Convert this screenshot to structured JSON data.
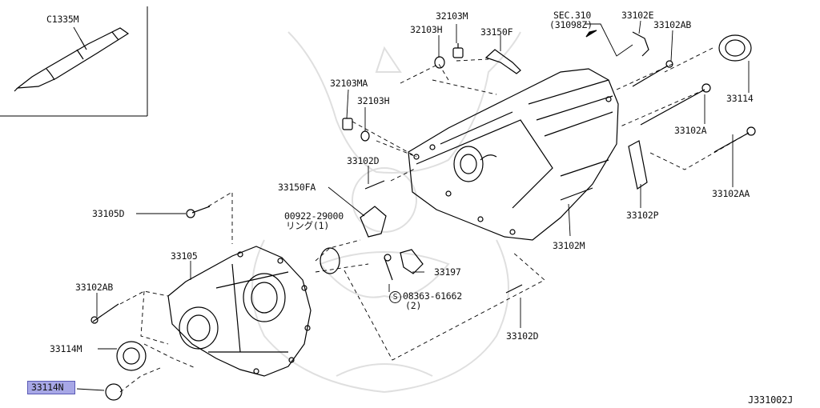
{
  "diagram_id": "J331002J",
  "highlight_color": "#a7a7e6",
  "labels": {
    "c1335m": "C1335M",
    "l32103m": "32103M",
    "l32103h_top": "32103H",
    "l33150f": "33150F",
    "sec310": "SEC.310",
    "sec310_ref": "(31098Z)",
    "l33102e": "33102E",
    "l33102ab_top": "33102AB",
    "l32103ma": "32103MA",
    "l32103h_mid": "32103H",
    "l33114": "33114",
    "l33102d_top": "33102D",
    "l33102a": "33102A",
    "l33150fa": "33150FA",
    "l33105d": "33105D",
    "l00922": "00922-29000",
    "ring_qty": "リング(1)",
    "l33102aa": "33102AA",
    "l33102p": "33102P",
    "l33105": "33105",
    "l33102m": "33102M",
    "l33197": "33197",
    "l33102ab_bot": "33102AB",
    "s_symbol": "S",
    "l08363": "08363-61662",
    "bolt_qty": "(2)",
    "l33114m": "33114M",
    "l33102d_bot": "33102D",
    "l33114n": "33114N"
  }
}
